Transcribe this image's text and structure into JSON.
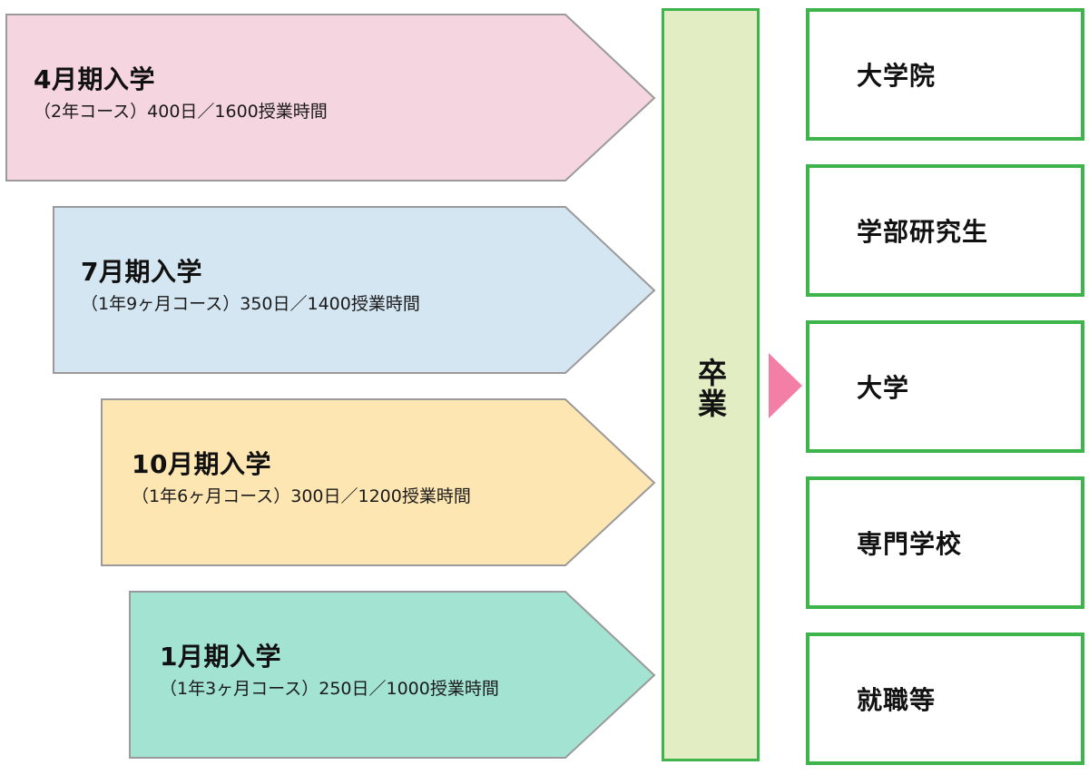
{
  "intakes": [
    {
      "title": "4月期入学",
      "detail": "（2年コース）400日／1600授業時間",
      "fill": "#f5d5df",
      "stroke": "#9a9a9a"
    },
    {
      "title": "7月期入学",
      "detail": "（1年9ヶ月コース）350日／1400授業時間",
      "fill": "#d4e6f1",
      "stroke": "#9a9a9a"
    },
    {
      "title": "10月期入学",
      "detail": "（1年6ヶ月コース）300日／1200授業時間",
      "fill": "#fde6b2",
      "stroke": "#9a9a9a"
    },
    {
      "title": "1月期入学",
      "detail": "（1年3ヶ月コース）250日／1000授業時間",
      "fill": "#a3e3d2",
      "stroke": "#9a9a9a"
    }
  ],
  "graduation": {
    "label": "卒業",
    "fill": "#e3edc4",
    "border": "#3db54a"
  },
  "pointer": {
    "icon": "triangle-right-icon",
    "color": "#f47fa6"
  },
  "destinations": [
    {
      "label": "大学院"
    },
    {
      "label": "学部研究生"
    },
    {
      "label": "大学"
    },
    {
      "label": "専門学校"
    },
    {
      "label": "就職等"
    }
  ],
  "colors": {
    "destination_border": "#3db54a",
    "text": "#111111"
  }
}
